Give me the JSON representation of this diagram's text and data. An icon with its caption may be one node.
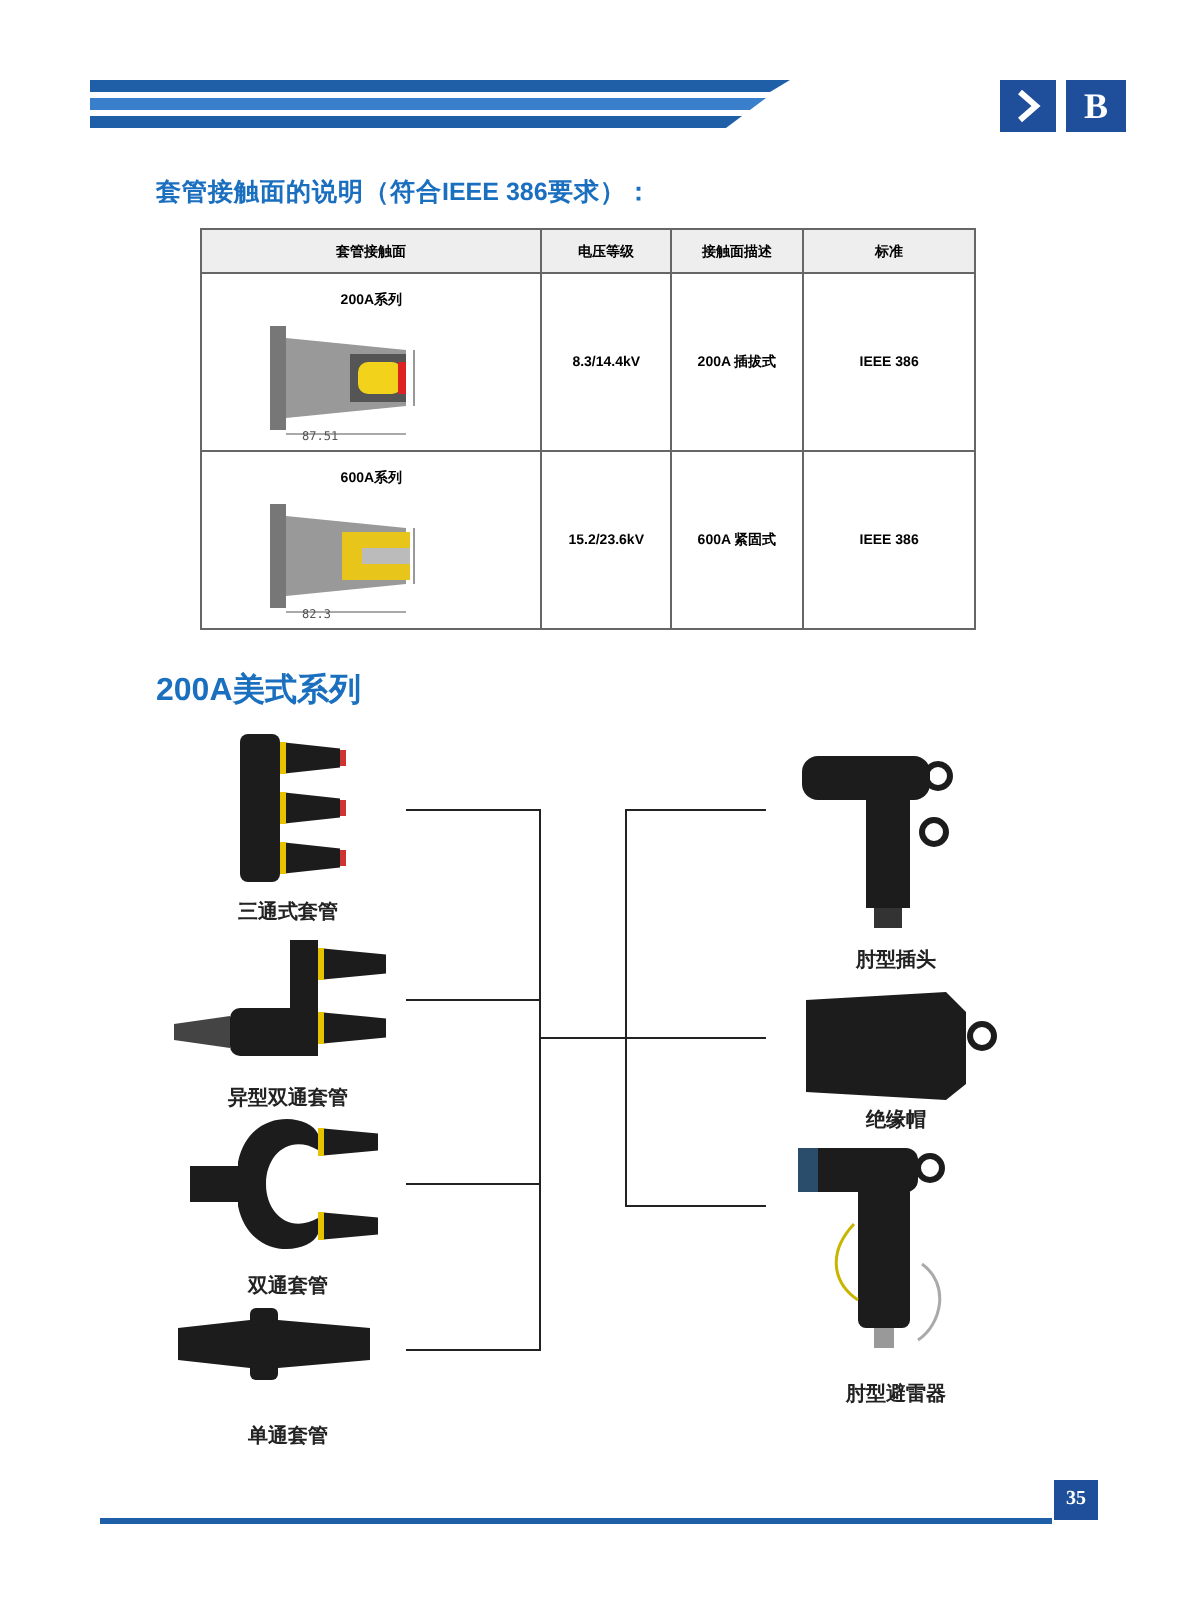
{
  "diagram": {
    "nodes": [
      {
        "text": [
          "三通式套管"
        ]
      },
      {
        "text": [
          "异型双通套管"
        ]
      },
      {
        "text": [
          "双通套管"
        ]
      },
      {
        "text": [
          "单通套管"
        ]
      },
      {
        "text": [
          "肘型插头"
        ]
      },
      {
        "text": [
          "绝缘帽"
        ]
      },
      {
        "text": [
          "肘型避雷器"
        ]
      }
    ],
    "edges": [
      {
        "from": 0,
        "to": 4,
        "arrow": "none"
      },
      {
        "from": 0,
        "to": 5,
        "arrow": "none"
      },
      {
        "from": 0,
        "to": 6,
        "arrow": "none"
      },
      {
        "from": 1,
        "to": 4,
        "arrow": "none"
      },
      {
        "from": 1,
        "to": 5,
        "arrow": "none"
      },
      {
        "from": 1,
        "to": 6,
        "arrow": "none"
      },
      {
        "from": 2,
        "to": 4,
        "arrow": "none"
      },
      {
        "from": 2,
        "to": 5,
        "arrow": "none"
      },
      {
        "from": 2,
        "to": 6,
        "arrow": "none"
      },
      {
        "from": 3,
        "to": 4,
        "arrow": "none"
      },
      {
        "from": 3,
        "to": 5,
        "arrow": "none"
      },
      {
        "from": 3,
        "to": 6,
        "arrow": "none"
      }
    ],
    "labels": [
      "B",
      "套管接触面的说明（符合IEEE 386要求）：",
      "套管接触面",
      "电压等级",
      "接触面描述",
      "标准",
      "200A系列",
      "87.51",
      "8.3/14.4kV",
      "200A 插拔式",
      "IEEE 386",
      "600A系列",
      "82.3",
      "15.2/23.6kV",
      "600A 紧固式",
      "IEEE 386",
      "200A美式系列",
      "35"
    ]
  }
}
